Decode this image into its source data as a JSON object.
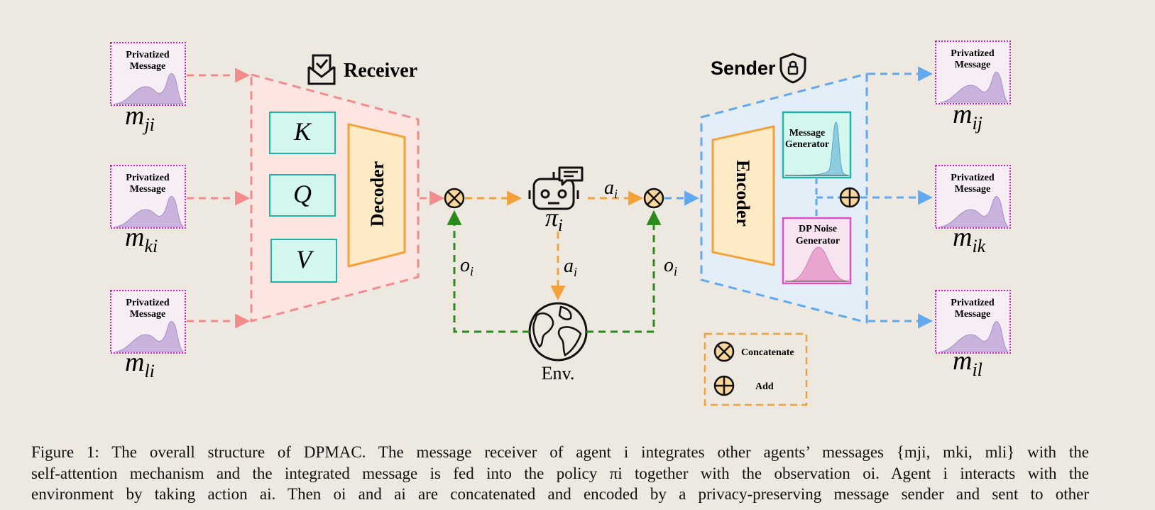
{
  "receiver": {
    "title": "Receiver",
    "blocks": [
      "K",
      "Q",
      "V"
    ],
    "decoder_label": "Decoder"
  },
  "sender": {
    "title": "Sender",
    "encoder_label": "Encoder",
    "message_generator_lines": [
      "Message",
      "Generator"
    ],
    "noise_generator_lines": [
      "DP Noise",
      "Generator"
    ]
  },
  "privatized_message_lines": [
    "Privatized",
    "Message"
  ],
  "incoming_messages": [
    {
      "symbol": "m",
      "subscript": "ji"
    },
    {
      "symbol": "m",
      "subscript": "ki"
    },
    {
      "symbol": "m",
      "subscript": "li"
    }
  ],
  "outgoing_messages": [
    {
      "symbol": "m",
      "subscript": "ij"
    },
    {
      "symbol": "m",
      "subscript": "ik"
    },
    {
      "symbol": "m",
      "subscript": "il"
    }
  ],
  "agent": {
    "policy_symbol": "π",
    "policy_subscript": "i"
  },
  "action": {
    "symbol": "a",
    "subscript": "i"
  },
  "observation": {
    "symbol": "o",
    "subscript": "i"
  },
  "environment_label": "Env.",
  "legend": {
    "concatenate": "Concatenate",
    "add": "Add"
  },
  "colors": {
    "receiver_border": "#f28c8c",
    "receiver_fill": "#fde6e2",
    "sender_border": "#62a8ee",
    "sender_fill": "#e4eef8",
    "teal": "#1fb5a6",
    "teal_fill": "#d3f6ef",
    "orange": "#f3a13a",
    "decoder_fill": "#fdebc5",
    "green": "#2c8a1c",
    "magenta": "#d11bc9",
    "pink_dist": "#e8a6cf",
    "violet_dist": "#c9b3dd",
    "blue_dist": "#8ccbe0",
    "op_fill": "#f8d59a",
    "legend_border": "#f3a13a"
  },
  "caption": {
    "lines": [
      "Figure 1: The overall structure of DPMAC. The message receiver of agent i integrates other agents’ messages {mji, mki, mli} with the",
      "self-attention mechanism and the integrated message is fed into the policy πi together with the observation oi. Agent i interacts with the",
      "environment by taking action ai. Then oi and ai are concatenated and encoded by a privacy-preserving message sender and sent to other"
    ]
  }
}
